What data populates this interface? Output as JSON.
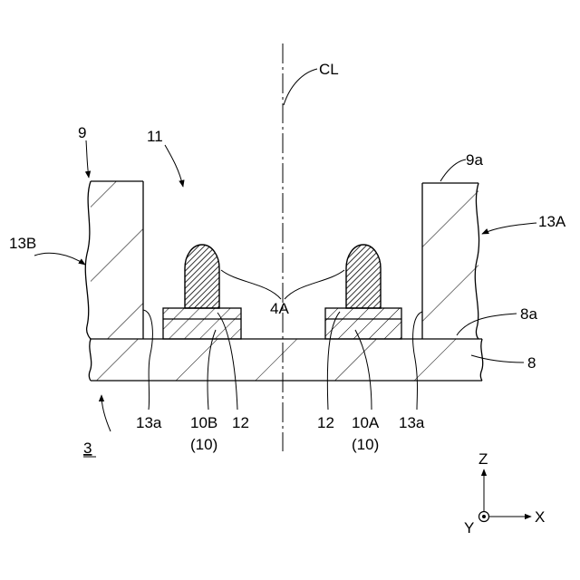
{
  "labels": {
    "cl": "CL",
    "n9": "9",
    "n9a": "9a",
    "n11": "11",
    "n13A": "13A",
    "n13B": "13B",
    "n4A": "4A",
    "n8a": "8a",
    "n8": "8",
    "n13a_left": "13a",
    "n10B": "10B",
    "n10_left": "(10)",
    "n12_left": "12",
    "n12_right": "12",
    "n10A": "10A",
    "n10_right": "(10)",
    "n13a_right": "13a",
    "n3": "3",
    "axis_z": "Z",
    "axis_x": "X",
    "axis_y": "Y"
  }
}
